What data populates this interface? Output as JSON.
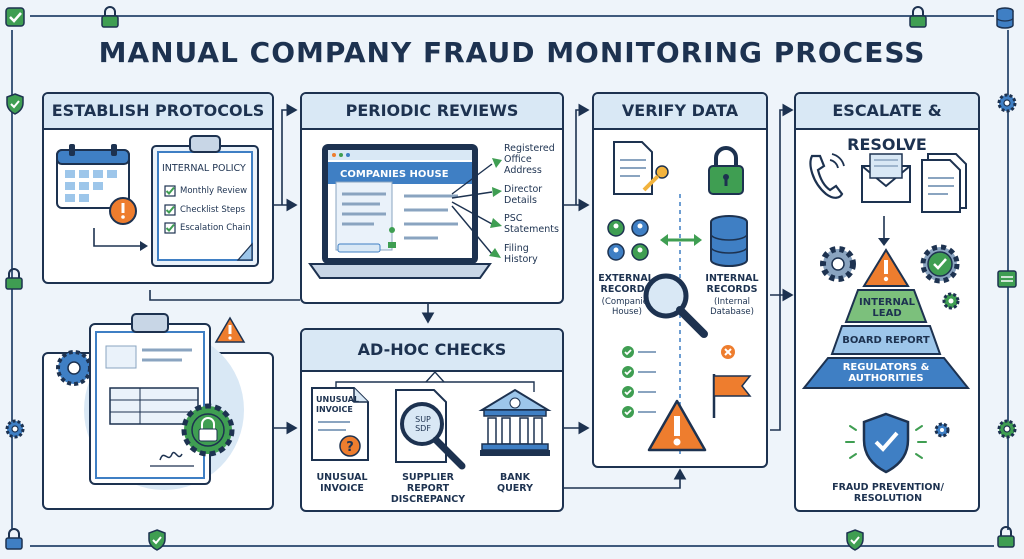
{
  "title": "MANUAL COMPANY FRAUD MONITORING PROCESS",
  "panels": {
    "establish": {
      "title": "ESTABLISH PROTOCOLS",
      "policy_title": "INTERNAL POLICY",
      "items": [
        "Monthly Review",
        "Checklist Steps",
        "Escalation Chain"
      ]
    },
    "periodic": {
      "title": "PERIODIC REVIEWS",
      "site_label": "COMPANIES HOUSE",
      "outputs": [
        "Registered Office Address",
        "Director Details",
        "PSC Statements",
        "Filing History"
      ]
    },
    "adhoc": {
      "title": "AD-HOC CHECKS",
      "invoice_doc": "UNUSUAL INVOICE",
      "report_doc": "SUP SDF",
      "items": [
        "UNUSUAL INVOICE",
        "SUPPLIER REPORT DISCREPANCY",
        "BANK QUERY"
      ]
    },
    "verify": {
      "title": "VERIFY DATA",
      "external_title": "EXTERNAL RECORDS",
      "external_sub": "(Companies House)",
      "internal_title": "INTERNAL RECORDS",
      "internal_sub": "(Internal Database)"
    },
    "escalate": {
      "title": "ESCALATE & RESOLVE",
      "tiers": [
        "INTERNAL LEAD",
        "BOARD REPORT",
        "REGULATORS & AUTHORITIES"
      ],
      "outcome": "FRAUD PREVENTION/ RESOLUTION"
    }
  },
  "colors": {
    "navy": "#1d3250",
    "panel_head": "#d9e8f5",
    "green": "#3f9e52",
    "orange": "#ee7d2e",
    "blue": "#3f7fc4",
    "tier_top": "#7cc07c",
    "tier_mid": "#9dc6ea",
    "tier_bottom": "#3f7fc4"
  },
  "icons": [
    "lock-icon",
    "shield-check-icon",
    "gear-icon",
    "calendar-icon",
    "warning-icon",
    "magnifier-icon",
    "database-icon",
    "phone-icon",
    "envelope-icon",
    "flag-icon",
    "bank-icon",
    "clipboard-icon"
  ]
}
